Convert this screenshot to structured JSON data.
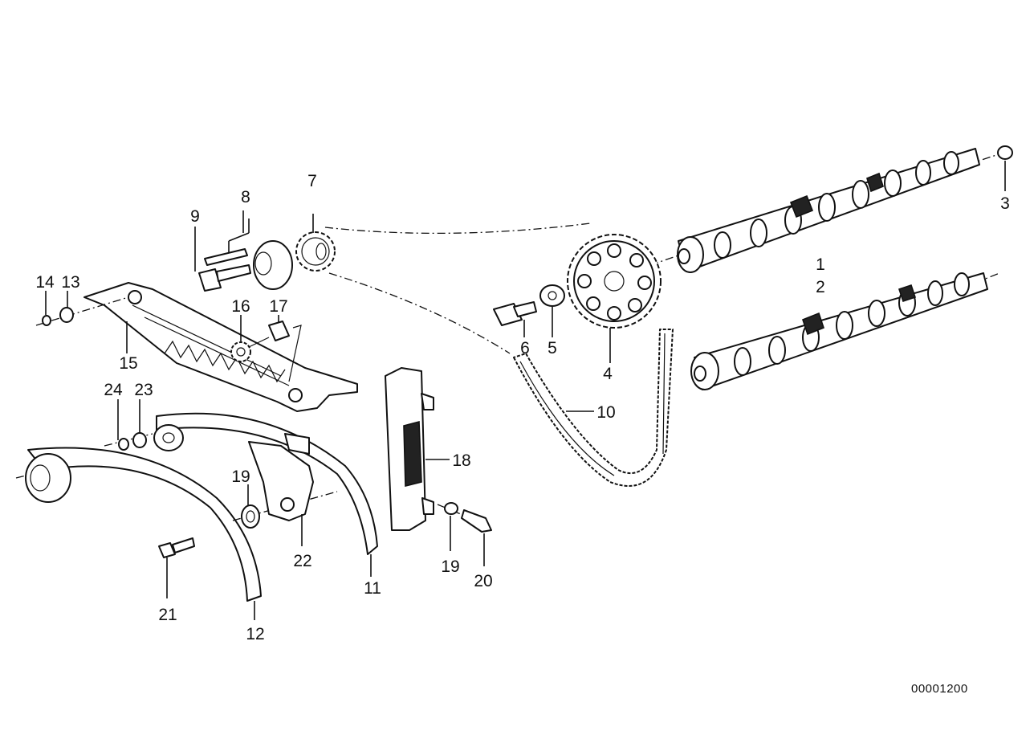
{
  "diagram": {
    "labels": [
      {
        "id": "1",
        "text": "1"
      },
      {
        "id": "2",
        "text": "2"
      },
      {
        "id": "3",
        "text": "3"
      },
      {
        "id": "4",
        "text": "4"
      },
      {
        "id": "5",
        "text": "5"
      },
      {
        "id": "6",
        "text": "6"
      },
      {
        "id": "7",
        "text": "7"
      },
      {
        "id": "8",
        "text": "8"
      },
      {
        "id": "9",
        "text": "9"
      },
      {
        "id": "10",
        "text": "10"
      },
      {
        "id": "11",
        "text": "11"
      },
      {
        "id": "12",
        "text": "12"
      },
      {
        "id": "13",
        "text": "13"
      },
      {
        "id": "14",
        "text": "14"
      },
      {
        "id": "15",
        "text": "15"
      },
      {
        "id": "16",
        "text": "16"
      },
      {
        "id": "17",
        "text": "17"
      },
      {
        "id": "18",
        "text": "18"
      },
      {
        "id": "19a",
        "text": "19"
      },
      {
        "id": "19b",
        "text": "19"
      },
      {
        "id": "20",
        "text": "20"
      },
      {
        "id": "21",
        "text": "21"
      },
      {
        "id": "22",
        "text": "22"
      },
      {
        "id": "23",
        "text": "23"
      },
      {
        "id": "24",
        "text": "24"
      }
    ],
    "drawing_code": "00001200"
  }
}
